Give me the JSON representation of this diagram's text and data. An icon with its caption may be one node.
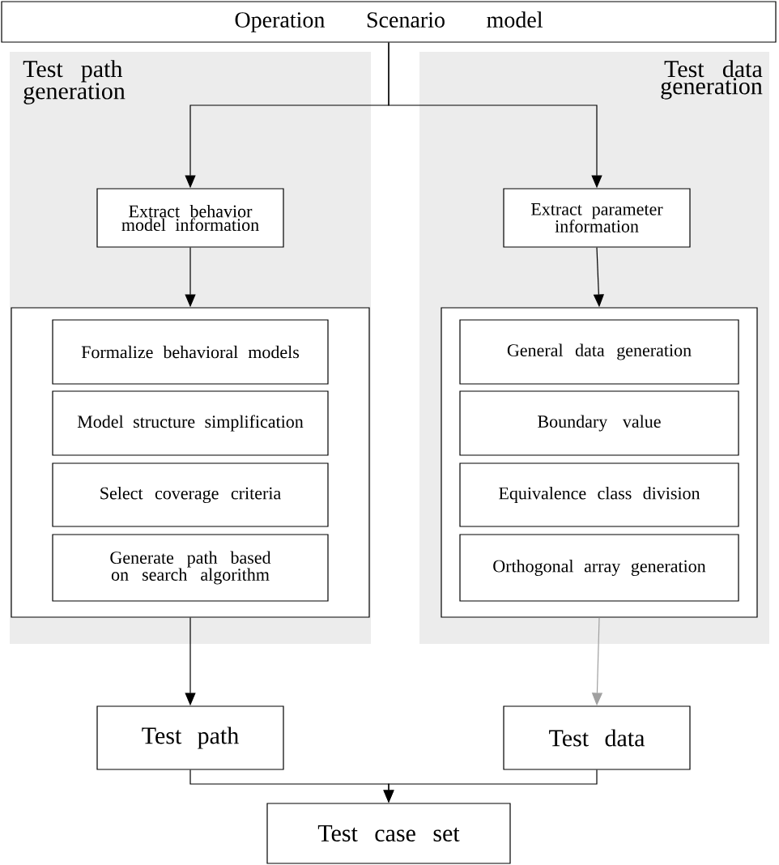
{
  "diagram": {
    "nodes": [
      {
        "text": [
          "Operation Scenario model"
        ]
      },
      {
        "text": [
          "Test path generation"
        ]
      },
      {
        "text": [
          "Extract behavior model information"
        ],
        "in": 1
      },
      {
        "text": [],
        "shape": "box",
        "in": 1
      },
      {
        "text": [
          "Formalize behavioral models"
        ],
        "in": 3
      },
      {
        "text": [
          "Model structure simplification"
        ],
        "in": 3
      },
      {
        "text": [
          "Select coverage criteria"
        ],
        "in": 3
      },
      {
        "text": [
          "Generate path based on search algorithm"
        ],
        "in": 3
      },
      {
        "text": [
          "Test data generation"
        ]
      },
      {
        "text": [
          "Extract parameter information"
        ],
        "in": 8
      },
      {
        "text": [],
        "shape": "box",
        "in": 8
      },
      {
        "text": [
          "General data generation"
        ],
        "in": 10
      },
      {
        "text": [
          "Boundary value"
        ],
        "in": 10
      },
      {
        "text": [
          "Equivalence class division"
        ],
        "in": 10
      },
      {
        "text": [
          "Orthogonal array generation"
        ],
        "in": 10
      },
      {
        "text": [
          "Test path"
        ]
      },
      {
        "text": [
          "Test data"
        ]
      },
      {
        "text": [
          "Test case set"
        ]
      }
    ],
    "edges": [
      {
        "from": 0,
        "to": 2,
        "arrow": "to"
      },
      {
        "from": 0,
        "to": 9,
        "arrow": "to"
      },
      {
        "from": 2,
        "to": 3,
        "arrow": "to"
      },
      {
        "from": 9,
        "to": 10,
        "arrow": "to"
      },
      {
        "from": 3,
        "to": 15,
        "arrow": "to"
      },
      {
        "from": 10,
        "to": 16,
        "arrow": "to",
        "color": "#a0a0a0"
      },
      {
        "from": 15,
        "to": 17,
        "arrow": "to"
      },
      {
        "from": 16,
        "to": 17,
        "arrow": "to"
      }
    ]
  }
}
